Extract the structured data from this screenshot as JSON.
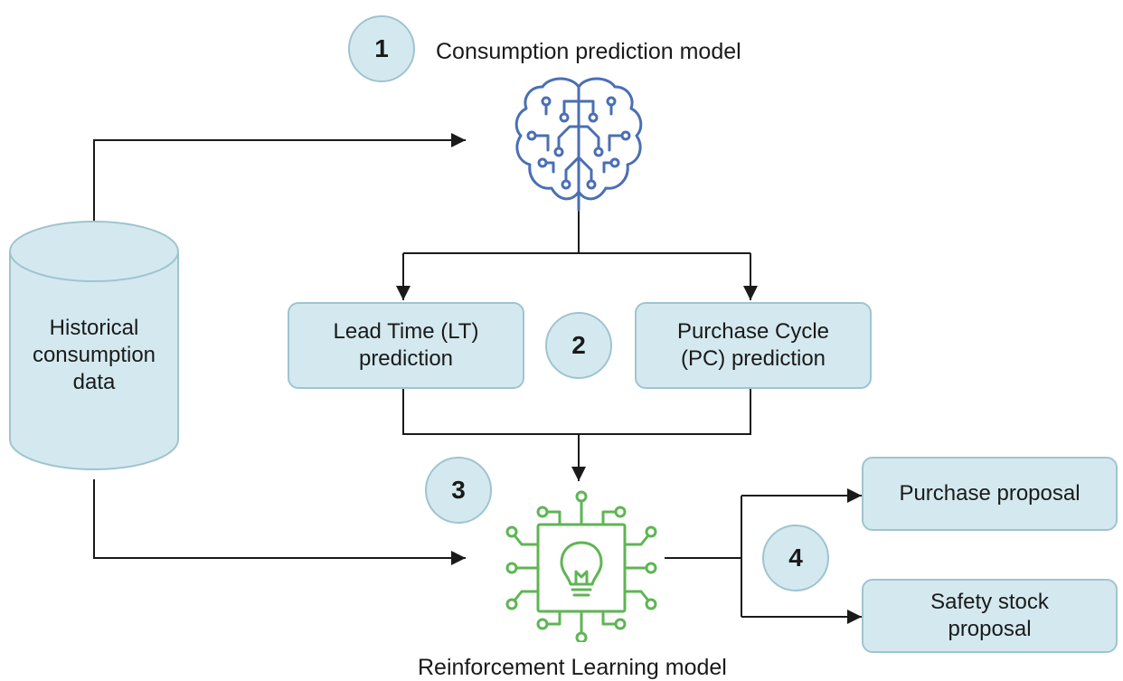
{
  "steps": {
    "step1": "1",
    "step2": "2",
    "step3": "3",
    "step4": "4"
  },
  "consumption_model": {
    "label": "Consumption prediction model",
    "icon": "brain-circuit-icon"
  },
  "database": {
    "label": "Historical consumption data",
    "icon": "database-cylinder"
  },
  "predictions": {
    "lead_time": "Lead Time (LT) prediction",
    "purchase_cycle": "Purchase Cycle (PC) prediction"
  },
  "rl_model": {
    "label": "Reinforcement Learning model",
    "icon": "lightbulb-chip-icon"
  },
  "outputs": {
    "purchase_proposal": "Purchase proposal",
    "safety_stock": "Safety stock proposal"
  },
  "colors": {
    "box_fill": "#d4e9ef",
    "box_border": "#9fc4cf",
    "brain_blue": "#4a6fb3",
    "chip_green": "#5fb554",
    "arrow": "#1a1a1a"
  }
}
